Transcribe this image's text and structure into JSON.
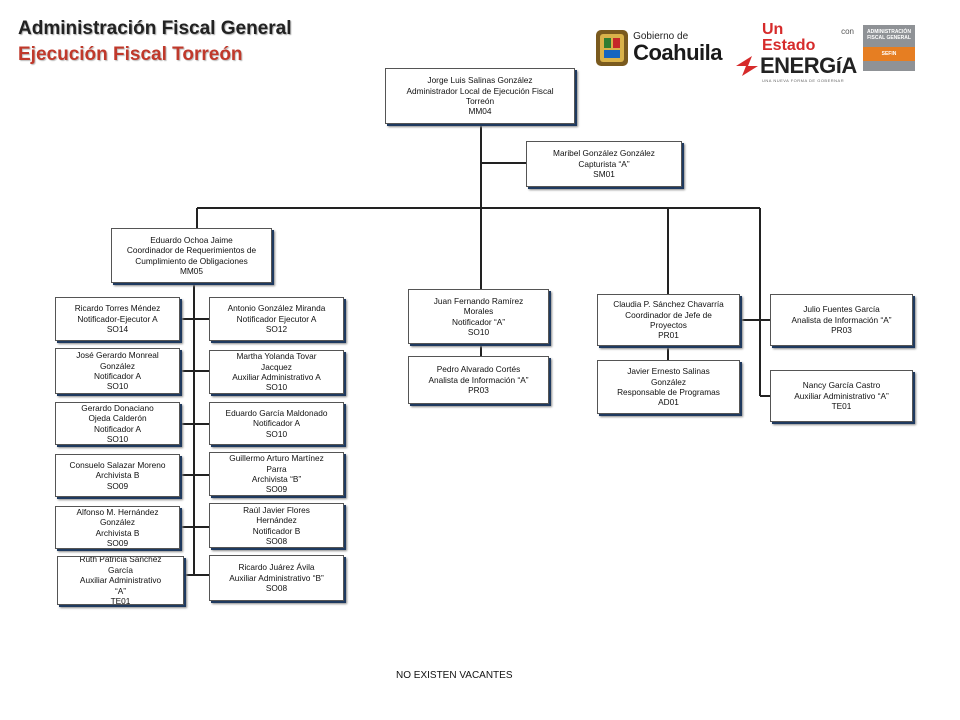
{
  "header": {
    "title": "Administración Fiscal General",
    "subtitle": "Ejecución Fiscal Torreón"
  },
  "logos": {
    "coahuila_small": "Gobierno de",
    "coahuila_big": "Coahuila",
    "estado_top": "Un Estado",
    "estado_con": "con",
    "estado_big": "ENERGíA",
    "estado_tag": "UNA NUEVA FORMA DE GOBERNAR",
    "afg_line1": "ADMINISTRACIÓN",
    "afg_line2": "FISCAL GENERAL",
    "afg_line3": "SEFIN"
  },
  "colors": {
    "title_accent": "#c0392b",
    "box_shadow": "#1f3a5f",
    "energia_red": "#d62b2b"
  },
  "org": {
    "admin": [
      "Jorge Luis Salinas González",
      "Administrador  Local de Ejecución Fiscal",
      "Torreón",
      "MM04"
    ],
    "capturista": [
      "Maribel González González",
      "Capturista “A”",
      "SM01"
    ],
    "coord_req": [
      "Eduardo Ochoa Jaime",
      "Coordinador  de Requerimientos de",
      "Cumplimiento de Obligaciones",
      "MM05"
    ],
    "juan": [
      "Juan Fernando Ramírez",
      "Morales",
      "Notificador “A”",
      "SO10"
    ],
    "pedro": [
      "Pedro Alvarado Cortés",
      "Analista de Información  “A”",
      "PR03"
    ],
    "claudia": [
      "Claudia  P.  Sánchez Chavarría",
      "Coordinador  de Jefe de",
      "Proyectos",
      "PR01"
    ],
    "javier": [
      "Javier Ernesto Salinas",
      "González",
      "Responsable de Programas",
      "AD01"
    ],
    "julio": [
      "Julio Fuentes García",
      "Analista de Información  “A”",
      "PR03"
    ],
    "nancy": [
      "Nancy García Castro",
      "Auxiliar  Administrativo  “A”",
      "TE01"
    ],
    "left_col": [
      [
        "Ricardo Torres Méndez",
        "Notificador-Ejecutor A",
        "SO14"
      ],
      [
        "José Gerardo Monreal",
        "González",
        "Notificador A",
        "SO10"
      ],
      [
        "Gerardo  Donaciano",
        "Ojeda Calderón",
        "Notificador A",
        "SO10"
      ],
      [
        "Consuelo Salazar Moreno",
        "Archivista  B",
        "SO09"
      ],
      [
        "Alfonso  M.  Hernández",
        "González",
        "Archivista  B",
        "SO09"
      ],
      [
        "Ruth  Patricia  Sánchez",
        "García",
        "Auxiliar  Administrativo",
        "“A”",
        "TE01"
      ]
    ],
    "right_col": [
      [
        "Antonio González Miranda",
        "Notificador Ejecutor A",
        "SO12"
      ],
      [
        "Martha  Yolanda  Tovar",
        "Jacquez",
        "Auxiliar  Administrativo  A",
        "SO10"
      ],
      [
        "Eduardo García Maldonado",
        "Notificador A",
        "SO10"
      ],
      [
        "Guillermo  Arturo  Martínez",
        "Parra",
        "Archivista  “B”",
        "SO09"
      ],
      [
        "Raúl  Javier  Flores",
        "Hernández",
        "Notificador B",
        "SO08"
      ],
      [
        "Ricardo  Juárez Ávila",
        "Auxiliar  Administrativo  “B”",
        "SO08"
      ]
    ]
  },
  "footer": "NO EXISTEN  VACANTES"
}
